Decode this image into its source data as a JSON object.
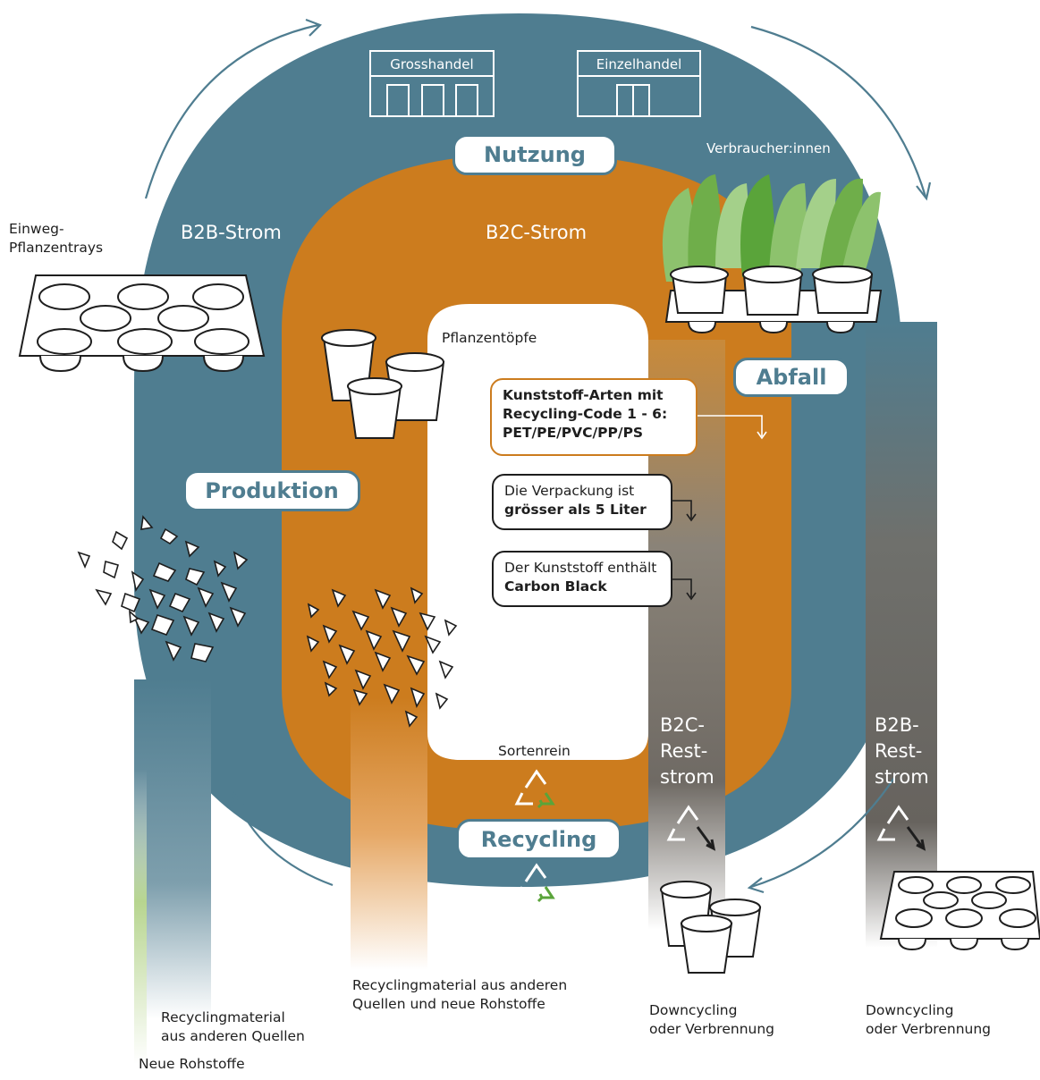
{
  "stages": {
    "nutzung": "Nutzung",
    "abfall": "Abfall",
    "produktion": "Produktion",
    "recycling": "Recycling"
  },
  "streams": {
    "b2b": "B2B-Strom",
    "b2c": "B2C-Strom"
  },
  "shops": {
    "wholesale": "Grosshandel",
    "retail": "Einzelhandel"
  },
  "labels": {
    "consumers": "Verbraucher:innen",
    "trays": "Einweg-\nPflanzentrays",
    "pots": "Pflanzentöpfe",
    "sortenrein": "Sortenrein",
    "recycled_other_new": "Recyclingmaterial aus anderen\nQuellen und neue Rohstoffe",
    "recycled_other": "Recyclingmaterial\naus anderen Quellen",
    "new_raw": "Neue Rohstoffe",
    "downcycling_b2c": "Downcycling\noder Verbrennung",
    "downcycling_b2b": "Downcycling\noder Verbrennung",
    "b2c_rest": "B2C-\nRest-\nstrom",
    "b2b_rest": "B2B-\nRest-\nstrom"
  },
  "criteria": [
    {
      "line1": "Kunststoff-Arten mit",
      "line2": "Recycling-Code 1 - 6:",
      "line3": "PET/PE/PVC/PP/PS"
    },
    {
      "line1": "Die Verpackung ist",
      "line2": "grösser als 5 Liter"
    },
    {
      "line1": "Der Kunststoff enthält",
      "line2": "Carbon Black"
    }
  ],
  "colors": {
    "b2b_blue": "#4f7d90",
    "b2c_orange": "#cc7c1e",
    "grey_stream": "#7b766e",
    "green_arrow": "#5aa43a"
  }
}
